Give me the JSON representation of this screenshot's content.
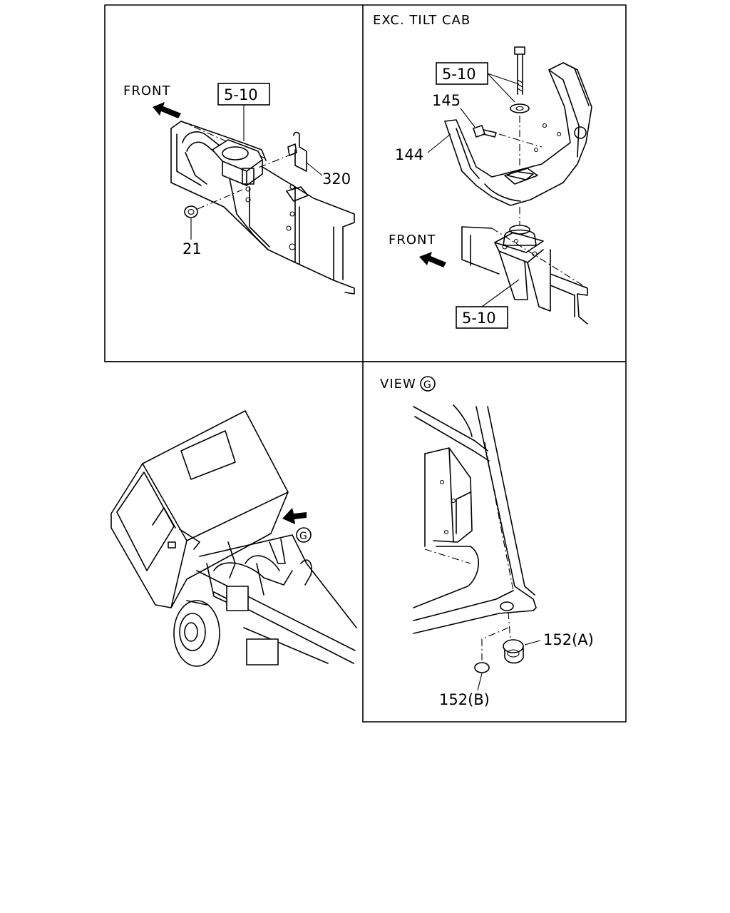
{
  "panels": {
    "top_left": {
      "front_label": "FRONT",
      "ref_box": "5-10",
      "callout_320": "320",
      "callout_21": "21"
    },
    "top_right": {
      "heading": "EXC. TILT CAB",
      "ref_box_top": "5-10",
      "callout_145": "145",
      "callout_144": "144",
      "front_label": "FRONT",
      "ref_box_bottom": "5-10"
    },
    "bottom_left": {
      "view_marker": "G"
    },
    "bottom_right": {
      "heading_prefix": "VIEW",
      "heading_marker": "G",
      "callout_152a": "152(A)",
      "callout_152b": "152(B)"
    }
  }
}
